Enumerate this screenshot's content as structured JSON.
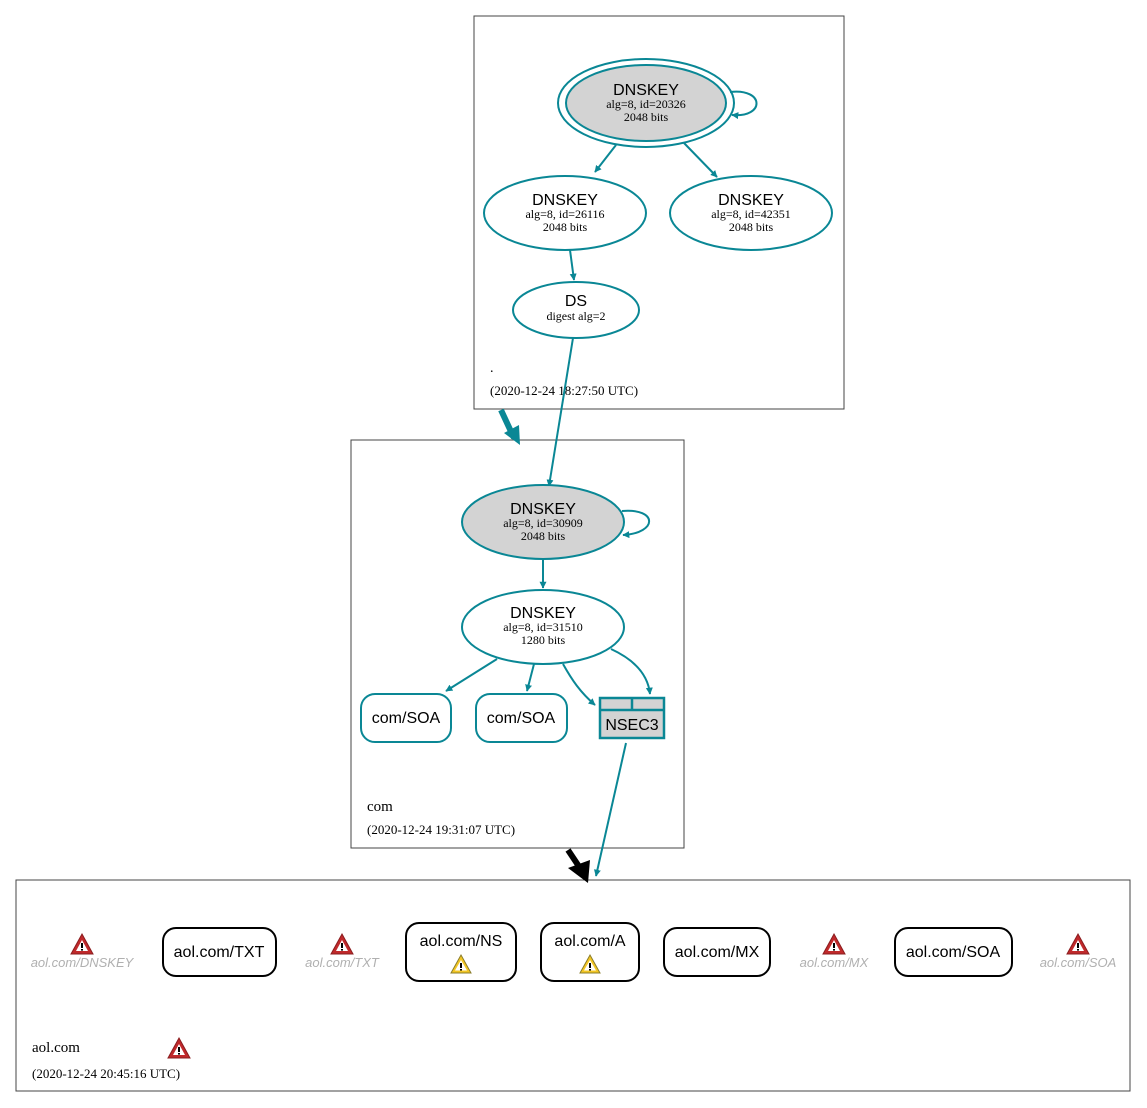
{
  "zones": {
    "root": {
      "name": ".",
      "timestamp": "(2020-12-24 18:27:50 UTC)"
    },
    "com": {
      "name": "com",
      "timestamp": "(2020-12-24 19:31:07 UTC)"
    },
    "aol": {
      "name": "aol.com",
      "timestamp": "(2020-12-24 20:45:16 UTC)"
    }
  },
  "nodes": {
    "root_ksk": {
      "type": "DNSKEY",
      "line1": "alg=8, id=20326",
      "line2": "2048 bits"
    },
    "root_zsk1": {
      "type": "DNSKEY",
      "line1": "alg=8, id=26116",
      "line2": "2048 bits"
    },
    "root_zsk2": {
      "type": "DNSKEY",
      "line1": "alg=8, id=42351",
      "line2": "2048 bits"
    },
    "com_ds": {
      "type": "DS",
      "line1": "digest alg=2"
    },
    "com_ksk": {
      "type": "DNSKEY",
      "line1": "alg=8, id=30909",
      "line2": "2048 bits"
    },
    "com_zsk": {
      "type": "DNSKEY",
      "line1": "alg=8, id=31510",
      "line2": "1280 bits"
    },
    "com_soa1": {
      "label": "com/SOA"
    },
    "com_soa2": {
      "label": "com/SOA"
    },
    "nsec3": {
      "label": "NSEC3"
    }
  },
  "aol_records": {
    "dnskey_err": "aol.com/DNSKEY",
    "txt": "aol.com/TXT",
    "txt_err": "aol.com/TXT",
    "ns": "aol.com/NS",
    "a": "aol.com/A",
    "mx": "aol.com/MX",
    "mx_err": "aol.com/MX",
    "soa": "aol.com/SOA",
    "soa_err": "aol.com/SOA"
  },
  "colors": {
    "edge": "#0a8795",
    "node_gray": "#d3d3d3",
    "error_red": "#c0292b",
    "warning_yellow": "#f3c623"
  },
  "icons": {
    "error": "error-triangle-icon",
    "warning": "warning-triangle-icon"
  }
}
